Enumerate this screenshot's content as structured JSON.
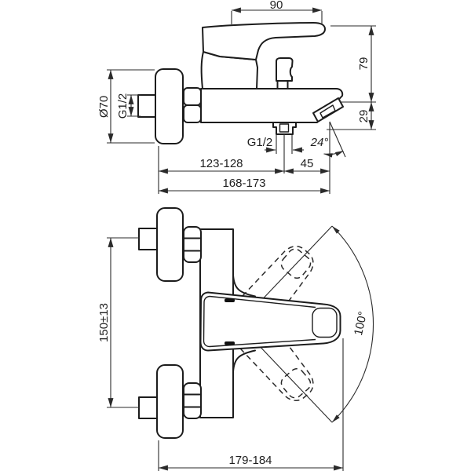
{
  "drawing": {
    "kind": "technical dimension drawing of a wall-mounted single-lever bath/shower mixer, side view (top) and front view (bottom)",
    "line_color": "#1c1c1c",
    "background": "#ffffff"
  },
  "side_view": {
    "labels": {
      "handle_length": "90",
      "height_to_top": "79",
      "spout_drop": "29",
      "flange_diameter": "Ø70",
      "inlet_thread": "G1/2",
      "shower_outlet_thread": "G1/2",
      "spout_angle": "24°",
      "wall_to_shower_outlet": "123-128",
      "shower_outlet_to_spout": "45",
      "total_projection": "168-173"
    }
  },
  "front_view": {
    "labels": {
      "inlet_centre_distance": "150±13",
      "handle_swing_angle": "100°",
      "overall_width": "179-184"
    }
  }
}
